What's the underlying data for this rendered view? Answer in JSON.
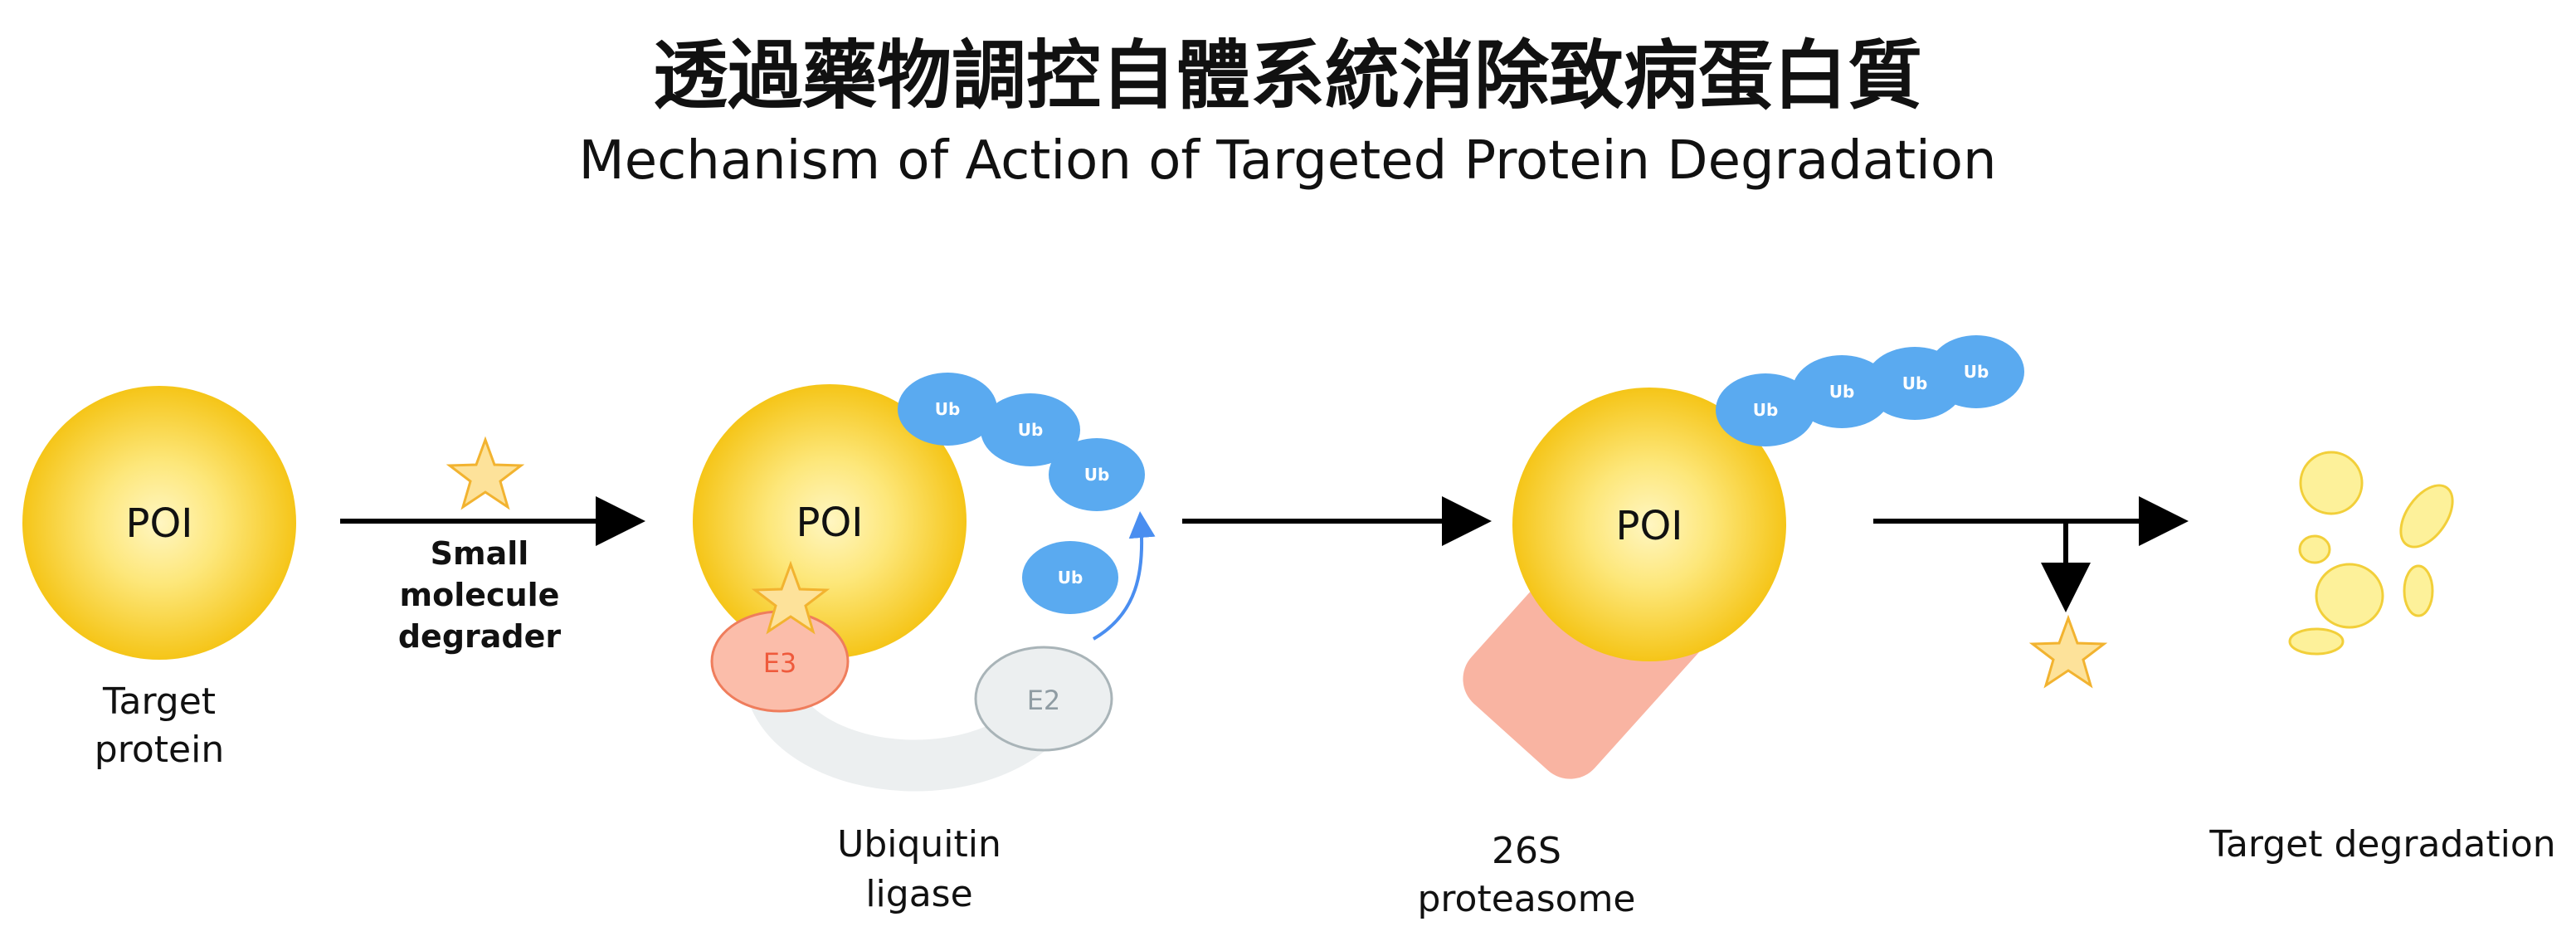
{
  "title": {
    "zh": "透過藥物調控自體系統消除致病蛋白質",
    "en": "Mechanism of Action of Targeted Protein Degradation"
  },
  "poi_label": "POI",
  "ub_label": "Ub",
  "e3_label": "E3",
  "e2_label": "E2",
  "labels": {
    "target_protein": [
      "Target",
      "protein"
    ],
    "small_molecule_degrader": [
      "Small",
      "molecule",
      "degrader"
    ],
    "ubiquitin_ligase": [
      "Ubiquitin",
      "ligase"
    ],
    "proteasome": [
      "26S",
      "proteasome"
    ],
    "target_degradation": "Target degradation"
  },
  "colors": {
    "poi_core": "#fff0a8",
    "poi_edge": "#f5c518",
    "star_fill": "#fde29a",
    "star_stroke": "#f2b330",
    "ub_fill": "#5aaaf0",
    "e3_fill": "#fbbdaa",
    "e3_stroke": "#ef7d5c",
    "e2_fill": "#eceff0",
    "e2_stroke": "#a9b4b8",
    "ligase_arc": "#eceff0",
    "proteasome": "#f9b4a2",
    "fragment_fill": "#fdf19a",
    "fragment_stroke": "#f2cf3a",
    "arrow": "#000000",
    "curved_arrow": "#4a8ef0"
  }
}
